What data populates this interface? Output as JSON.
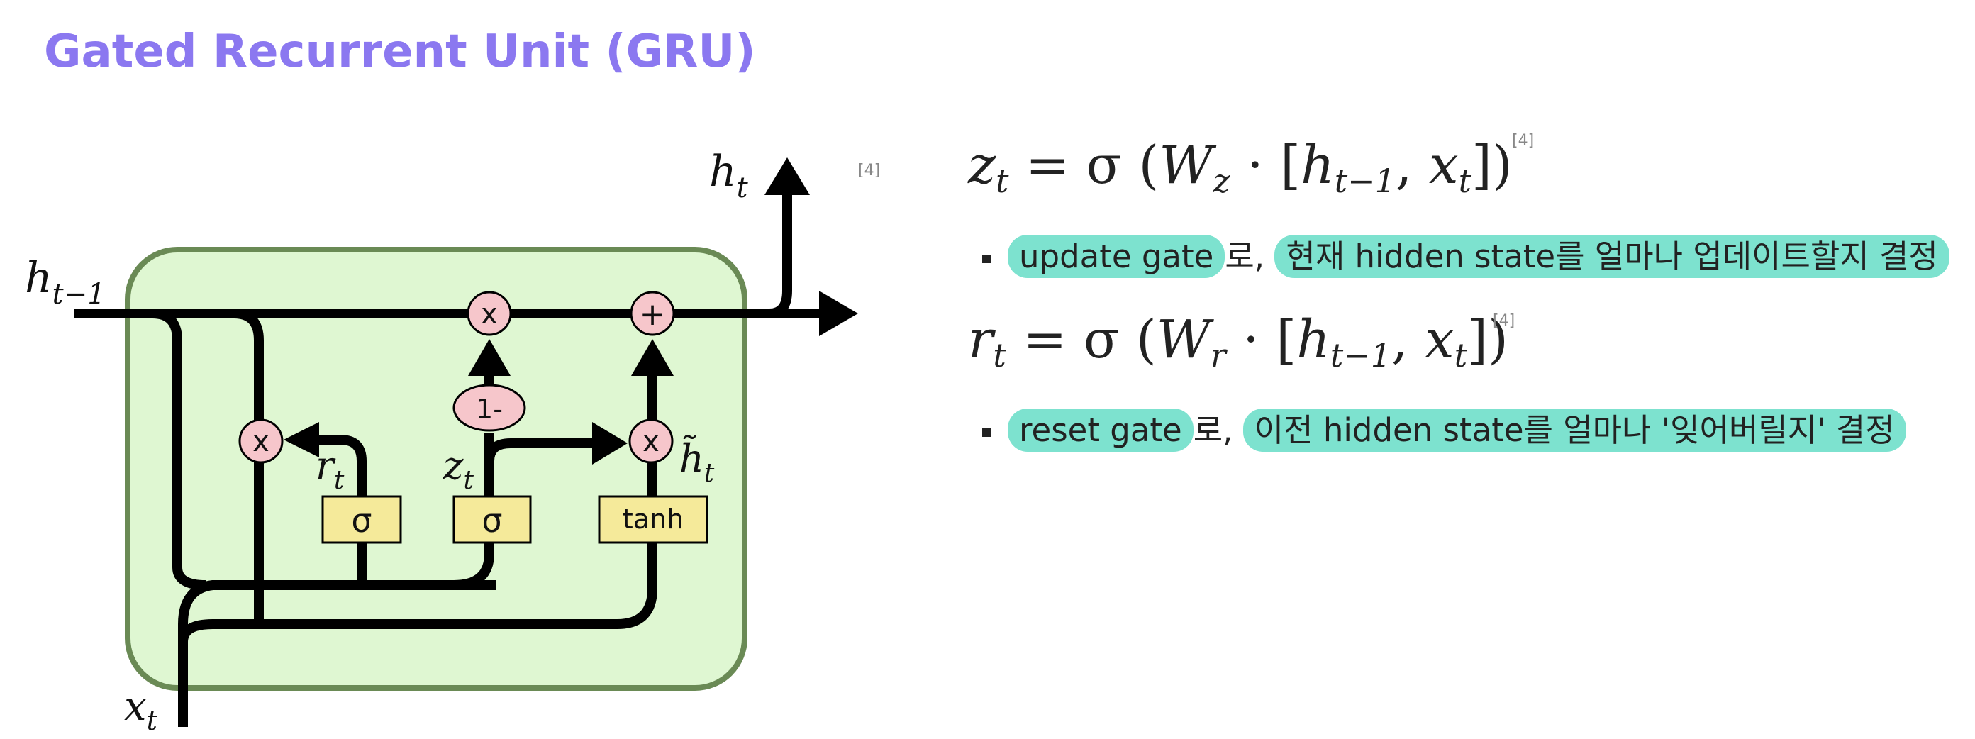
{
  "title": "Gated Recurrent Unit (GRU)",
  "diagram": {
    "labels": {
      "h_prev": "h",
      "h_prev_sub": "t−1",
      "h_out": "h",
      "h_out_sub": "t",
      "x_in": "x",
      "x_in_sub": "t",
      "r": "r",
      "r_sub": "t",
      "z": "z",
      "z_sub": "t",
      "htilde": "h̃",
      "htilde_sub": "t"
    },
    "ops": {
      "mul": "x",
      "add": "+",
      "one_minus": "1-",
      "sigma": "σ",
      "tanh": "tanh"
    },
    "ref": "[4]",
    "colors": {
      "cell_fill": "#dff7d2",
      "cell_stroke": "#6a8a55",
      "op_fill": "#f6c6cb",
      "gate_fill": "#f5ea9a"
    }
  },
  "equations": {
    "z": {
      "lhs": "z",
      "lhs_sub": "t",
      "mid": " = σ (",
      "w": "W",
      "w_sub": "z",
      "rest": " · [",
      "h": "h",
      "h_sub": "t−1",
      "comma": ", ",
      "x": "x",
      "x_sub": "t",
      "end": "])",
      "ref": "[4]"
    },
    "r": {
      "lhs": "r",
      "lhs_sub": "t",
      "mid": " = σ (",
      "w": "W",
      "w_sub": "r",
      "rest": " · [",
      "h": "h",
      "h_sub": "t−1",
      "comma": ", ",
      "x": "x",
      "x_sub": "t",
      "end": "])",
      "ref": "[4]"
    }
  },
  "bullets": {
    "update": {
      "hl1": "update gate",
      "mid": "로, ",
      "hl2": "현재 hidden state를 얼마나 업데이트할지 결정"
    },
    "reset": {
      "hl1": "reset gate",
      "mid": "로, ",
      "hl2": "이전 hidden state를 얼마나 '잊어버릴지' 결정"
    }
  },
  "colors": {
    "title": "#8b78f0",
    "highlight": "#7de2cf"
  }
}
